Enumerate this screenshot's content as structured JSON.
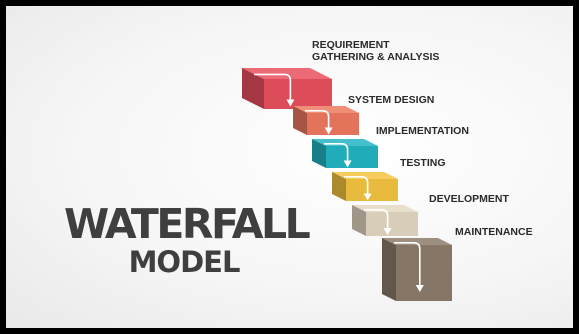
{
  "title": {
    "main": "WATERFALL",
    "sub": "MODEL"
  },
  "phases": [
    {
      "lines": [
        "REQUIREMENT",
        "GATHERING & ANALYSIS"
      ],
      "color": "#e9505e"
    },
    {
      "lines": [
        "SYSTEM DESIGN"
      ],
      "color": "#ef7a60"
    },
    {
      "lines": [
        "IMPLEMENTATION"
      ],
      "color": "#22b5c2"
    },
    {
      "lines": [
        "TESTING"
      ],
      "color": "#f4c440"
    },
    {
      "lines": [
        "DEVELOPMENT"
      ],
      "color": "#e3d8c2"
    },
    {
      "lines": [
        "MAINTENANCE"
      ],
      "color": "#8c7c6a"
    }
  ],
  "colors": {
    "frame": "#000000",
    "title_text": "#3f3f3f",
    "arrow": "#ffffff"
  }
}
